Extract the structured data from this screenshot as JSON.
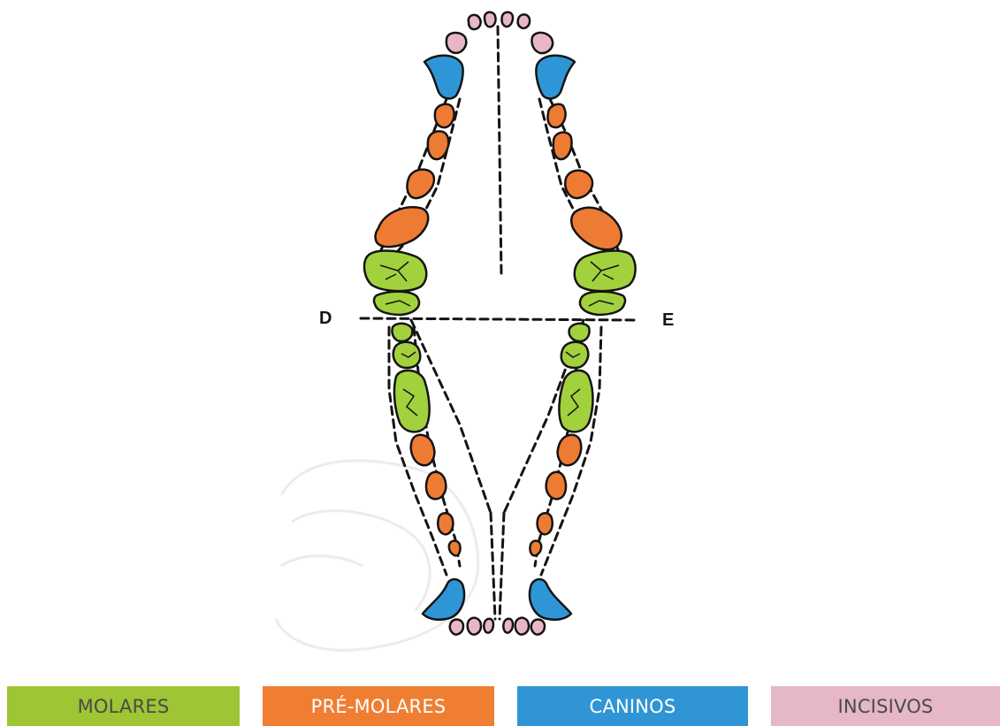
{
  "labels": {
    "left": "D",
    "right": "E"
  },
  "legend": [
    {
      "key": "molares",
      "label": "MOLARES",
      "bg": "#9dc534",
      "fg": "#4a4a4a"
    },
    {
      "key": "premolares",
      "label": "PRÉ-MOLARES",
      "bg": "#ef7e33",
      "fg": "#ffffff"
    },
    {
      "key": "caninos",
      "label": "CANINOS",
      "bg": "#2f95d4",
      "fg": "#ffffff"
    },
    {
      "key": "incisivos",
      "label": "INCISIVOS",
      "bg": "#e6b7c6",
      "fg": "#4a4a4a"
    }
  ],
  "colors": {
    "molar": "#a2d13e",
    "premolar": "#ee7b33",
    "canine": "#2e96d6",
    "incisor": "#e9b6c8",
    "outline": "#141414"
  }
}
